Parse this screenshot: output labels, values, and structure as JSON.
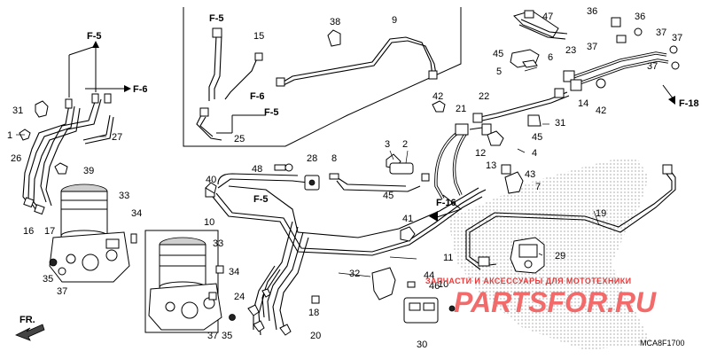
{
  "diagram_code": "MCA8F1700",
  "front_label": "FR.",
  "watermark": {
    "ru_text": "ЗАПЧАСТИ И АКСЕССУАРЫ ДЛЯ МОТОТЕХНИКИ",
    "logo_text": "PARTSFOR.RU"
  },
  "colors": {
    "watermark_red": "#e43c3c",
    "line": "#000000",
    "background": "#ffffff"
  },
  "callouts": [
    {
      "id": "c1",
      "label": "1"
    },
    {
      "id": "c2",
      "label": "2"
    },
    {
      "id": "c3",
      "label": "3"
    },
    {
      "id": "c4",
      "label": "4"
    },
    {
      "id": "c5",
      "label": "5"
    },
    {
      "id": "c6",
      "label": "6"
    },
    {
      "id": "c7",
      "label": "7"
    },
    {
      "id": "c8",
      "label": "8"
    },
    {
      "id": "c9",
      "label": "9"
    },
    {
      "id": "c10",
      "label": "10"
    },
    {
      "id": "c10b",
      "label": "10"
    },
    {
      "id": "c11",
      "label": "11"
    },
    {
      "id": "c12",
      "label": "12"
    },
    {
      "id": "c13",
      "label": "13"
    },
    {
      "id": "c14",
      "label": "14"
    },
    {
      "id": "c15",
      "label": "15"
    },
    {
      "id": "c16",
      "label": "16"
    },
    {
      "id": "c17",
      "label": "17"
    },
    {
      "id": "c18",
      "label": "18"
    },
    {
      "id": "c19",
      "label": "19"
    },
    {
      "id": "c20",
      "label": "20"
    },
    {
      "id": "c21",
      "label": "21"
    },
    {
      "id": "c22",
      "label": "22"
    },
    {
      "id": "c23",
      "label": "23"
    },
    {
      "id": "c24",
      "label": "24"
    },
    {
      "id": "c25",
      "label": "25"
    },
    {
      "id": "c26",
      "label": "26"
    },
    {
      "id": "c27",
      "label": "27"
    },
    {
      "id": "c28",
      "label": "28"
    },
    {
      "id": "c29",
      "label": "29"
    },
    {
      "id": "c30",
      "label": "30"
    },
    {
      "id": "c31a",
      "label": "31"
    },
    {
      "id": "c31b",
      "label": "31"
    },
    {
      "id": "c32",
      "label": "32"
    },
    {
      "id": "c33a",
      "label": "33"
    },
    {
      "id": "c33b",
      "label": "33"
    },
    {
      "id": "c34a",
      "label": "34"
    },
    {
      "id": "c34b",
      "label": "34"
    },
    {
      "id": "c35a",
      "label": "35"
    },
    {
      "id": "c35b",
      "label": "35"
    },
    {
      "id": "c36a",
      "label": "36"
    },
    {
      "id": "c36b",
      "label": "36"
    },
    {
      "id": "c37a",
      "label": "37"
    },
    {
      "id": "c37b",
      "label": "37"
    },
    {
      "id": "c37c",
      "label": "37"
    },
    {
      "id": "c37d",
      "label": "37"
    },
    {
      "id": "c37e",
      "label": "37"
    },
    {
      "id": "c37f",
      "label": "37"
    },
    {
      "id": "c38",
      "label": "38"
    },
    {
      "id": "c39",
      "label": "39"
    },
    {
      "id": "c40",
      "label": "40"
    },
    {
      "id": "c41",
      "label": "41"
    },
    {
      "id": "c42a",
      "label": "42"
    },
    {
      "id": "c42b",
      "label": "42"
    },
    {
      "id": "c43",
      "label": "43"
    },
    {
      "id": "c44",
      "label": "44"
    },
    {
      "id": "c45a",
      "label": "45"
    },
    {
      "id": "c45b",
      "label": "45"
    },
    {
      "id": "c45c",
      "label": "45"
    },
    {
      "id": "c46",
      "label": "46"
    },
    {
      "id": "c47",
      "label": "47"
    },
    {
      "id": "c48",
      "label": "48"
    }
  ],
  "references": [
    {
      "id": "r1",
      "label": "F-5"
    },
    {
      "id": "r2",
      "label": "F-5"
    },
    {
      "id": "r3",
      "label": "F-5"
    },
    {
      "id": "r4",
      "label": "F-5"
    },
    {
      "id": "r5",
      "label": "F-6"
    },
    {
      "id": "r6",
      "label": "F-6"
    },
    {
      "id": "r7",
      "label": "F-16"
    },
    {
      "id": "r8",
      "label": "F-18"
    }
  ]
}
